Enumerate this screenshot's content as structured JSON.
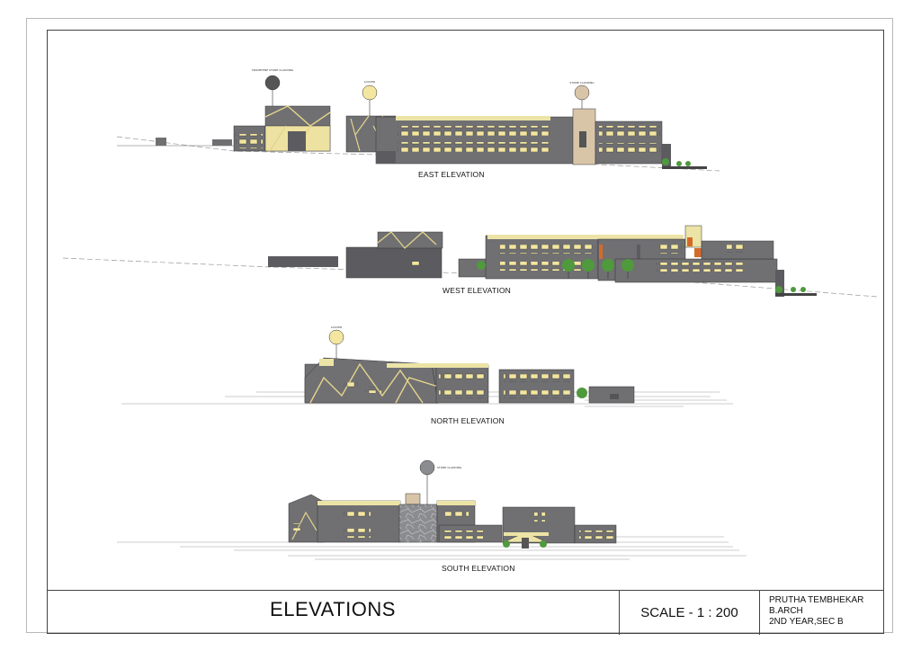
{
  "sheet_title": "ELEVATIONS",
  "scale": "SCALE - 1 : 200",
  "author": {
    "name": "PRUTHA TEMBHEKAR",
    "course": "B.ARCH",
    "year_section": "2ND YEAR,SEC B"
  },
  "elevations": {
    "east": "EAST ELEVATION",
    "west": "WEST  ELEVATION",
    "north": "NORTH ELEVATION",
    "south": "SOUTH ELEVATION"
  },
  "callouts": {
    "east_stone": "TRAVERTINE STONE CLADDING",
    "east_louver": "LOUVER",
    "east_stone2": "STONE CLADDING",
    "north_louver": "LOUVER",
    "south_stone": "STONE CLADDING"
  },
  "colors": {
    "wall": "#707073",
    "wall_dark": "#5c5c60",
    "window": "#f3e6a0",
    "band": "#ece3a6",
    "stone": "#d8c5a8",
    "tree": "#4f9a3c"
  }
}
